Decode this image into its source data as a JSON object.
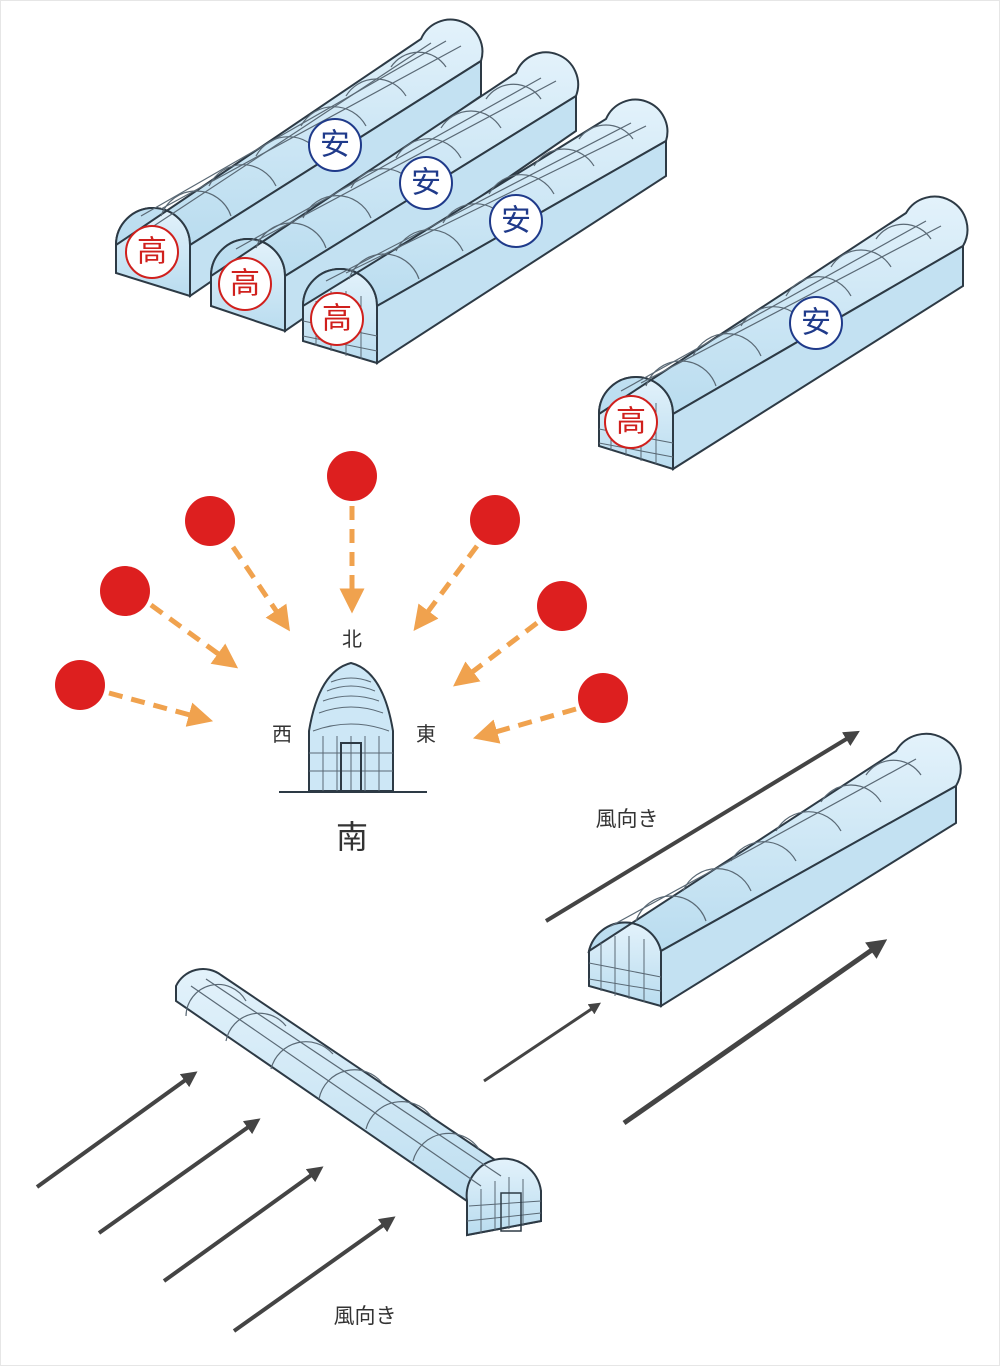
{
  "top_section": {
    "high_label": "高",
    "safe_label": "安",
    "high_color": "#d0201d",
    "safe_color": "#1f3a8a"
  },
  "sun_section": {
    "north": "北",
    "west": "西",
    "east": "東",
    "south": "南",
    "sun_color": "#dd1f1f",
    "arrow_color": "#f0a24e"
  },
  "wind_section": {
    "wind_label_right": "風向き",
    "wind_label_left": "風向き",
    "arrow_color": "#444444"
  },
  "colors": {
    "greenhouse_fill": "#cde7f6",
    "greenhouse_stroke": "#2d3a45"
  }
}
